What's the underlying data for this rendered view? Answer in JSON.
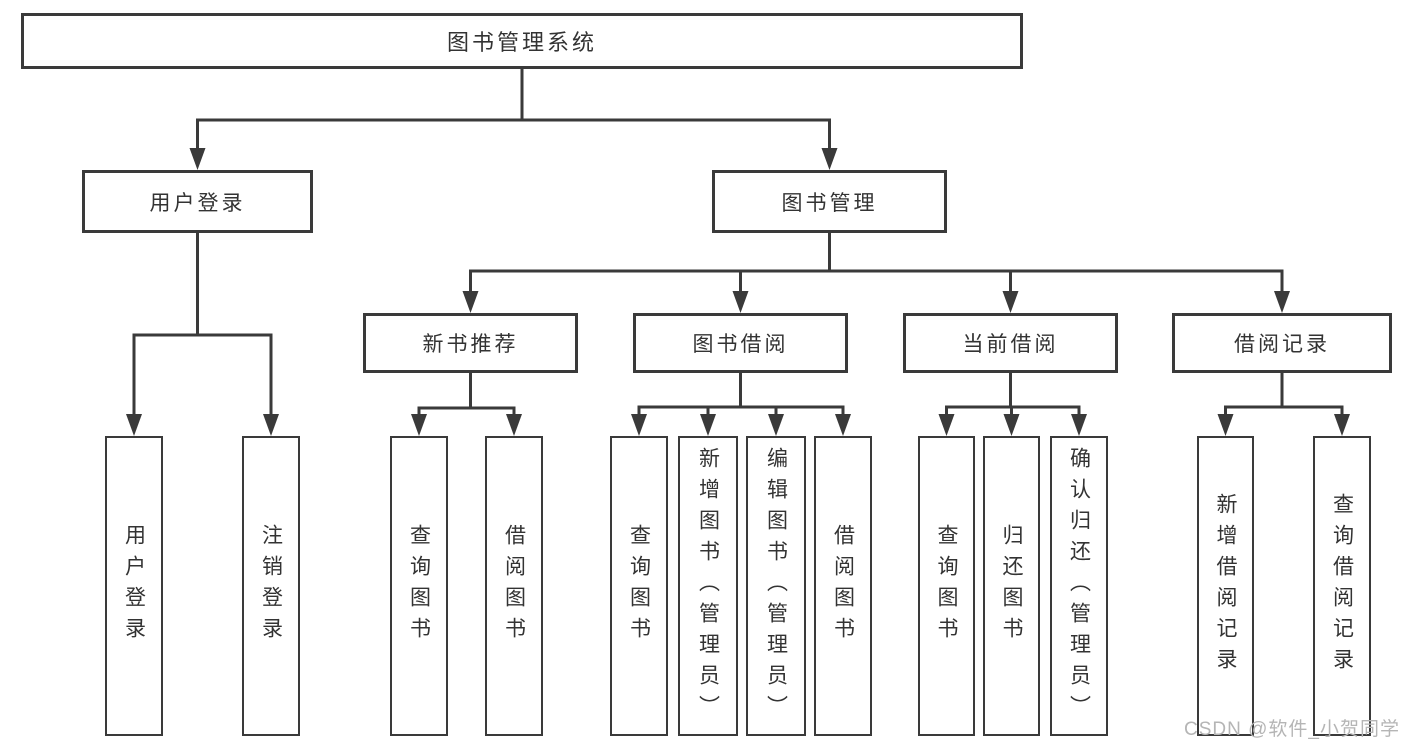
{
  "colors": {
    "line": "#3a3a3a",
    "text": "#333333",
    "watermark": "#b5b5b5",
    "background": "#ffffff"
  },
  "watermark": "CSDN @软件_小贺同学",
  "nodes": {
    "root": "图书管理系统",
    "l2_user_login": "用户登录",
    "l2_book_management": "图书管理",
    "l3_new_book_recommend": "新书推荐",
    "l3_book_borrow": "图书借阅",
    "l3_current_borrow": "当前借阅",
    "l3_borrow_record": "借阅记录",
    "leaf_user_login": "用户登录",
    "leaf_logout": "注销登录",
    "leaf_nbr_query_book": "查询图书",
    "leaf_nbr_borrow_book": "借阅图书",
    "leaf_bb_query_book": "查询图书",
    "leaf_bb_add_book_admin": "新增图书（管理员）",
    "leaf_bb_edit_book_admin": "编辑图书（管理员）",
    "leaf_bb_borrow_book": "借阅图书",
    "leaf_cb_query_book": "查询图书",
    "leaf_cb_return_book": "归还图书",
    "leaf_cb_confirm_return_admin": "确认归还（管理员）",
    "leaf_br_add_record": "新增借阅记录",
    "leaf_br_query_record": "查询借阅记录"
  },
  "structure": {
    "root": "图书管理系统",
    "children": [
      {
        "label": "用户登录",
        "children": [
          "用户登录",
          "注销登录"
        ]
      },
      {
        "label": "图书管理",
        "children": [
          {
            "label": "新书推荐",
            "children": [
              "查询图书",
              "借阅图书"
            ]
          },
          {
            "label": "图书借阅",
            "children": [
              "查询图书",
              "新增图书（管理员）",
              "编辑图书（管理员）",
              "借阅图书"
            ]
          },
          {
            "label": "当前借阅",
            "children": [
              "查询图书",
              "归还图书",
              "确认归还（管理员）"
            ]
          },
          {
            "label": "借阅记录",
            "children": [
              "新增借阅记录",
              "查询借阅记录"
            ]
          }
        ]
      }
    ]
  }
}
